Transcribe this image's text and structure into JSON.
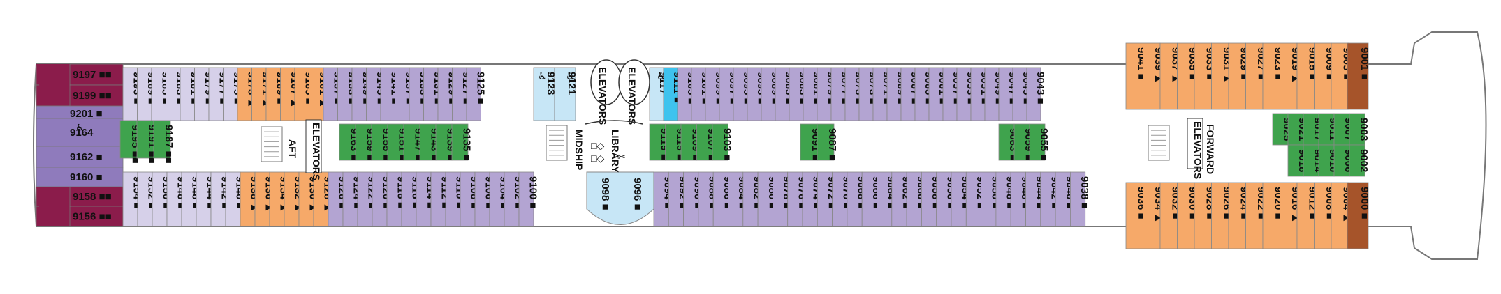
{
  "title": "",
  "colors": {
    "suite": "#8b1c4b",
    "lavender": "#d6d0e9",
    "purple": "#b3a4d2",
    "orange": "#f6a969",
    "green": "#3fa34d",
    "cyan": "#3ec3ee",
    "lightblue": "#c7e6f6",
    "violet": "#8f7bbc",
    "brown": "#a6542a",
    "hull": "#ffffff",
    "corridor": "#ffffff",
    "outline": "#777777"
  },
  "labels": {
    "aft": "AFT",
    "elevators_aft": "ELEVATORS",
    "elevators_mid_left": "ELEVATORS",
    "elevators_mid_right": "ELEVATORS",
    "midship": "MIDSHIP",
    "library": "LIBRARY",
    "forward": "FORWARD",
    "elevators_fwd": "ELEVATORS"
  },
  "cabins": {
    "aft_suites": [
      {
        "n": "9197",
        "c": "suite",
        "mark": "■■"
      },
      {
        "n": "9199",
        "c": "suite",
        "mark": "■■"
      },
      {
        "n": "9201",
        "c": "violet",
        "mark": "■"
      },
      {
        "n": "9164",
        "c": "violet",
        "mark": ""
      },
      {
        "n": "9162",
        "c": "violet",
        "mark": "■"
      },
      {
        "n": "9160",
        "c": "violet",
        "mark": "■"
      },
      {
        "n": "9158",
        "c": "suite",
        "mark": "■■"
      },
      {
        "n": "9156",
        "c": "suite",
        "mark": "■■"
      }
    ],
    "top_outer": [
      {
        "n": "9193",
        "c": "lavender",
        "mark": "■"
      },
      {
        "n": "9189",
        "c": "lavender",
        "mark": "■"
      },
      {
        "n": "9185",
        "c": "lavender",
        "mark": "■"
      },
      {
        "n": "9183",
        "c": "lavender",
        "mark": "■"
      },
      {
        "n": "9181",
        "c": "lavender",
        "mark": "■"
      },
      {
        "n": "9179",
        "c": "lavender",
        "mark": "■"
      },
      {
        "n": "9177",
        "c": "lavender",
        "mark": "■"
      },
      {
        "n": "9175",
        "c": "lavender",
        "mark": "■"
      },
      {
        "n": "9173",
        "c": "orange",
        "mark": "▲"
      },
      {
        "n": "9171",
        "c": "orange",
        "mark": "▲"
      },
      {
        "n": "9169",
        "c": "orange",
        "mark": "■"
      },
      {
        "n": "9167",
        "c": "orange",
        "mark": "▲"
      },
      {
        "n": "9165",
        "c": "orange",
        "mark": "■"
      },
      {
        "n": "9161",
        "c": "orange",
        "mark": "▲"
      },
      {
        "n": "9157",
        "c": "purple",
        "mark": "■"
      },
      {
        "n": "9153",
        "c": "purple",
        "mark": "■"
      },
      {
        "n": "9149",
        "c": "purple",
        "mark": "■"
      },
      {
        "n": "9145",
        "c": "purple",
        "mark": "■"
      },
      {
        "n": "9141",
        "c": "purple",
        "mark": "■"
      },
      {
        "n": "9137",
        "c": "purple",
        "mark": "■"
      },
      {
        "n": "9133",
        "c": "purple",
        "mark": "■"
      },
      {
        "n": "9131",
        "c": "purple",
        "mark": "■"
      },
      {
        "n": "9129",
        "c": "purple",
        "mark": "■"
      },
      {
        "n": "9127",
        "c": "purple",
        "mark": "■"
      },
      {
        "n": "9125",
        "c": "purple",
        "mark": "■"
      }
    ],
    "top_outer_mid": [
      {
        "n": "9123",
        "c": "lightblue",
        "mark": ""
      },
      {
        "n": "9121",
        "c": "lightblue",
        "mark": ""
      }
    ],
    "top_outer_fwd": [
      {
        "n": "9117",
        "c": "lightblue",
        "mark": ""
      },
      {
        "n": "9111",
        "c": "cyan",
        "mark": "■"
      },
      {
        "n": "9105",
        "c": "purple",
        "mark": "■"
      },
      {
        "n": "9101",
        "c": "purple",
        "mark": "■"
      },
      {
        "n": "9099",
        "c": "purple",
        "mark": "■"
      },
      {
        "n": "9097",
        "c": "purple",
        "mark": "■"
      },
      {
        "n": "9095",
        "c": "purple",
        "mark": "■"
      },
      {
        "n": "9093",
        "c": "purple",
        "mark": "■"
      },
      {
        "n": "9089",
        "c": "purple",
        "mark": "■"
      },
      {
        "n": "9085",
        "c": "purple",
        "mark": "■"
      },
      {
        "n": "9083",
        "c": "purple",
        "mark": "■"
      },
      {
        "n": "9081",
        "c": "purple",
        "mark": "■"
      },
      {
        "n": "9079",
        "c": "purple",
        "mark": "■"
      },
      {
        "n": "9077",
        "c": "purple",
        "mark": "■"
      },
      {
        "n": "9075",
        "c": "purple",
        "mark": "■"
      },
      {
        "n": "9073",
        "c": "purple",
        "mark": "■"
      },
      {
        "n": "9071",
        "c": "purple",
        "mark": "■"
      },
      {
        "n": "9069",
        "c": "purple",
        "mark": "■"
      },
      {
        "n": "9067",
        "c": "purple",
        "mark": "■"
      },
      {
        "n": "9065",
        "c": "purple",
        "mark": "■"
      },
      {
        "n": "9061",
        "c": "purple",
        "mark": "■"
      },
      {
        "n": "9057",
        "c": "purple",
        "mark": "■"
      },
      {
        "n": "9053",
        "c": "purple",
        "mark": "■"
      },
      {
        "n": "9051",
        "c": "purple",
        "mark": "■"
      },
      {
        "n": "9049",
        "c": "purple",
        "mark": "■"
      },
      {
        "n": "9047",
        "c": "purple",
        "mark": "■"
      },
      {
        "n": "9045",
        "c": "purple",
        "mark": "■"
      },
      {
        "n": "9043",
        "c": "purple",
        "mark": "■"
      }
    ],
    "top_bow": [
      {
        "n": "9041",
        "c": "orange",
        "mark": "■"
      },
      {
        "n": "9039",
        "c": "orange",
        "mark": "▲"
      },
      {
        "n": "9037",
        "c": "orange",
        "mark": "▲"
      },
      {
        "n": "9035",
        "c": "orange",
        "mark": "■"
      },
      {
        "n": "9033",
        "c": "orange",
        "mark": "■"
      },
      {
        "n": "9031",
        "c": "orange",
        "mark": "▲"
      },
      {
        "n": "9029",
        "c": "orange",
        "mark": "■"
      },
      {
        "n": "9027",
        "c": "orange",
        "mark": "■"
      },
      {
        "n": "9023",
        "c": "orange",
        "mark": "■"
      },
      {
        "n": "9019",
        "c": "orange",
        "mark": "▲"
      },
      {
        "n": "9015",
        "c": "orange",
        "mark": "■"
      },
      {
        "n": "9009",
        "c": "orange",
        "mark": "■"
      },
      {
        "n": "9005",
        "c": "orange",
        "mark": "■"
      }
    ],
    "top_inner": [
      {
        "n": "9195",
        "c": "green",
        "mark": "■■"
      },
      {
        "n": "9191",
        "c": "green",
        "mark": "■■"
      },
      {
        "n": "9187",
        "c": "green",
        "mark": "■■"
      }
    ],
    "inner_mid_aft": [
      {
        "n": "9163",
        "c": "green",
        "mark": "■"
      },
      {
        "n": "9159",
        "c": "green",
        "mark": "■"
      },
      {
        "n": "9155",
        "c": "green",
        "mark": "■"
      },
      {
        "n": "9151",
        "c": "green",
        "mark": "■"
      },
      {
        "n": "9147",
        "c": "green",
        "mark": "■"
      },
      {
        "n": "9143",
        "c": "green",
        "mark": "■"
      },
      {
        "n": "9139",
        "c": "green",
        "mark": "■"
      },
      {
        "n": "9135",
        "c": "green",
        "mark": "■"
      }
    ],
    "inner_mid_fwd": [
      {
        "n": "9119",
        "c": "green",
        "mark": "■"
      },
      {
        "n": "9115",
        "c": "green",
        "mark": "■"
      },
      {
        "n": "9109",
        "c": "green",
        "mark": "■"
      },
      {
        "n": "9107",
        "c": "green",
        "mark": "■"
      },
      {
        "n": "9103",
        "c": "green",
        "mark": "■"
      }
    ],
    "inner_pair_a": [
      {
        "n": "9091",
        "c": "green",
        "mark": "■"
      },
      {
        "n": "9087",
        "c": "green",
        "mark": "■"
      }
    ],
    "inner_pair_b": [
      {
        "n": "9063",
        "c": "green",
        "mark": "■"
      },
      {
        "n": "9059",
        "c": "green",
        "mark": "■"
      },
      {
        "n": "9055",
        "c": "green",
        "mark": "■"
      }
    ],
    "inner_fwd_top": [
      {
        "n": "9025",
        "c": "green",
        "mark": ""
      },
      {
        "n": "9021",
        "c": "green",
        "mark": ""
      },
      {
        "n": "9017",
        "c": "green",
        "mark": ""
      },
      {
        "n": "9011",
        "c": "green",
        "mark": ""
      },
      {
        "n": "9007",
        "c": "green",
        "mark": ""
      },
      {
        "n": "9003",
        "c": "green",
        "mark": ""
      }
    ],
    "inner_fwd_bot": [
      {
        "n": "9018",
        "c": "green",
        "mark": ""
      },
      {
        "n": "9014",
        "c": "green",
        "mark": ""
      },
      {
        "n": "9010",
        "c": "green",
        "mark": ""
      },
      {
        "n": "9006",
        "c": "green",
        "mark": ""
      },
      {
        "n": "9002",
        "c": "green",
        "mark": ""
      }
    ],
    "bot_outer": [
      {
        "n": "9154",
        "c": "lavender",
        "mark": "■"
      },
      {
        "n": "9152",
        "c": "lavender",
        "mark": "■"
      },
      {
        "n": "9150",
        "c": "lavender",
        "mark": "■"
      },
      {
        "n": "9148",
        "c": "lavender",
        "mark": "■"
      },
      {
        "n": "9146",
        "c": "lavender",
        "mark": "■"
      },
      {
        "n": "9144",
        "c": "lavender",
        "mark": "■"
      },
      {
        "n": "9142",
        "c": "lavender",
        "mark": "■"
      },
      {
        "n": "9140",
        "c": "lavender",
        "mark": "■"
      },
      {
        "n": "9138",
        "c": "orange",
        "mark": "▲"
      },
      {
        "n": "9136",
        "c": "orange",
        "mark": "▲"
      },
      {
        "n": "9134",
        "c": "orange",
        "mark": "▲"
      },
      {
        "n": "9132",
        "c": "orange",
        "mark": "▲"
      },
      {
        "n": "9130",
        "c": "orange",
        "mark": "▲"
      },
      {
        "n": "9128",
        "c": "orange",
        "mark": "▲"
      },
      {
        "n": "9126",
        "c": "purple",
        "mark": "■"
      },
      {
        "n": "9124",
        "c": "purple",
        "mark": "■"
      },
      {
        "n": "9122",
        "c": "purple",
        "mark": "■"
      },
      {
        "n": "9120",
        "c": "purple",
        "mark": "■"
      },
      {
        "n": "9118",
        "c": "purple",
        "mark": "■"
      },
      {
        "n": "9116",
        "c": "purple",
        "mark": "■"
      },
      {
        "n": "9114",
        "c": "purple",
        "mark": "■"
      },
      {
        "n": "9112",
        "c": "purple",
        "mark": "■"
      },
      {
        "n": "9110",
        "c": "purple",
        "mark": "■"
      },
      {
        "n": "9108",
        "c": "purple",
        "mark": "■"
      },
      {
        "n": "9106",
        "c": "purple",
        "mark": "■"
      },
      {
        "n": "9104",
        "c": "purple",
        "mark": "■"
      },
      {
        "n": "9102",
        "c": "purple",
        "mark": "■"
      },
      {
        "n": "9100",
        "c": "purple",
        "mark": "■"
      }
    ],
    "bot_mid": [
      {
        "n": "9098",
        "c": "lightblue",
        "mark": "■"
      },
      {
        "n": "9096",
        "c": "lightblue",
        "mark": "■"
      }
    ],
    "bot_outer_fwd": [
      {
        "n": "9094",
        "c": "purple",
        "mark": "■"
      },
      {
        "n": "9092",
        "c": "purple",
        "mark": "■"
      },
      {
        "n": "9090",
        "c": "purple",
        "mark": "■"
      },
      {
        "n": "9088",
        "c": "purple",
        "mark": "■"
      },
      {
        "n": "9086",
        "c": "purple",
        "mark": "■"
      },
      {
        "n": "9084",
        "c": "purple",
        "mark": "■"
      },
      {
        "n": "9082",
        "c": "purple",
        "mark": "■"
      },
      {
        "n": "9080",
        "c": "purple",
        "mark": "■"
      },
      {
        "n": "9078",
        "c": "purple",
        "mark": "■"
      },
      {
        "n": "9076",
        "c": "purple",
        "mark": "■"
      },
      {
        "n": "9074",
        "c": "purple",
        "mark": "■"
      },
      {
        "n": "9072",
        "c": "purple",
        "mark": "■"
      },
      {
        "n": "9070",
        "c": "purple",
        "mark": "■"
      },
      {
        "n": "9068",
        "c": "purple",
        "mark": "■"
      },
      {
        "n": "9066",
        "c": "purple",
        "mark": "■"
      },
      {
        "n": "9064",
        "c": "purple",
        "mark": "■"
      },
      {
        "n": "9062",
        "c": "purple",
        "mark": "■"
      },
      {
        "n": "9060",
        "c": "purple",
        "mark": "■"
      },
      {
        "n": "9058",
        "c": "purple",
        "mark": "■"
      },
      {
        "n": "9056",
        "c": "purple",
        "mark": "■"
      },
      {
        "n": "9054",
        "c": "purple",
        "mark": "■"
      },
      {
        "n": "9052",
        "c": "purple",
        "mark": "■"
      },
      {
        "n": "9050",
        "c": "purple",
        "mark": "■"
      },
      {
        "n": "9048",
        "c": "purple",
        "mark": "■"
      },
      {
        "n": "9046",
        "c": "purple",
        "mark": "■"
      },
      {
        "n": "9044",
        "c": "purple",
        "mark": "■"
      },
      {
        "n": "9042",
        "c": "purple",
        "mark": "■"
      },
      {
        "n": "9040",
        "c": "purple",
        "mark": "■"
      },
      {
        "n": "9038",
        "c": "purple",
        "mark": "■"
      }
    ],
    "bot_bow": [
      {
        "n": "9036",
        "c": "orange",
        "mark": "■"
      },
      {
        "n": "9034",
        "c": "orange",
        "mark": "▲"
      },
      {
        "n": "9032",
        "c": "orange",
        "mark": "■"
      },
      {
        "n": "9030",
        "c": "orange",
        "mark": "■"
      },
      {
        "n": "9028",
        "c": "orange",
        "mark": "■"
      },
      {
        "n": "9026",
        "c": "orange",
        "mark": "■"
      },
      {
        "n": "9024",
        "c": "orange",
        "mark": "■"
      },
      {
        "n": "9022",
        "c": "orange",
        "mark": "■"
      },
      {
        "n": "9020",
        "c": "orange",
        "mark": "■"
      },
      {
        "n": "9016",
        "c": "orange",
        "mark": "▲"
      },
      {
        "n": "9012",
        "c": "orange",
        "mark": "■"
      },
      {
        "n": "9008",
        "c": "orange",
        "mark": "■"
      },
      {
        "n": "9004",
        "c": "orange",
        "mark": "▲"
      }
    ],
    "bow_tip": [
      {
        "n": "9001",
        "c": "brown",
        "mark": "■"
      },
      {
        "n": "9000",
        "c": "brown",
        "mark": "■"
      }
    ]
  }
}
